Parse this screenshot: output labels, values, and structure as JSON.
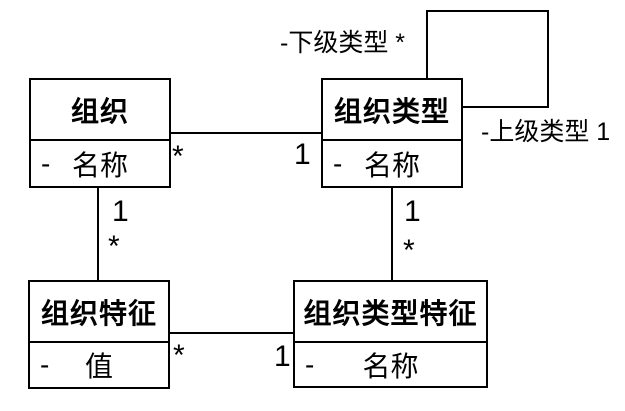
{
  "classes": [
    {
      "title": "组织",
      "visibility": "-",
      "attribute": "名称"
    },
    {
      "title": "组织类型",
      "visibility": "-",
      "attribute": "名称"
    },
    {
      "title": "组织特征",
      "visibility": "-",
      "attribute": "值"
    },
    {
      "title": "组织类型特征",
      "visibility": "-",
      "attribute": "名称"
    }
  ],
  "associations": {
    "organization_to_type": {
      "near_organization": "*",
      "near_type": "1"
    },
    "organization_to_feature": {
      "near_organization": "1",
      "near_feature": "*"
    },
    "type_to_typefeature": {
      "near_type": "1",
      "near_typefeature": "*"
    },
    "feature_to_typefeature": {
      "near_feature": "*",
      "near_typefeature": "1"
    },
    "type_self": {
      "child_role": "-下级类型 *",
      "parent_role": "-上级类型 1"
    }
  },
  "colors": {
    "line": "#000000",
    "background": "#ffffff",
    "text": "#000000"
  }
}
